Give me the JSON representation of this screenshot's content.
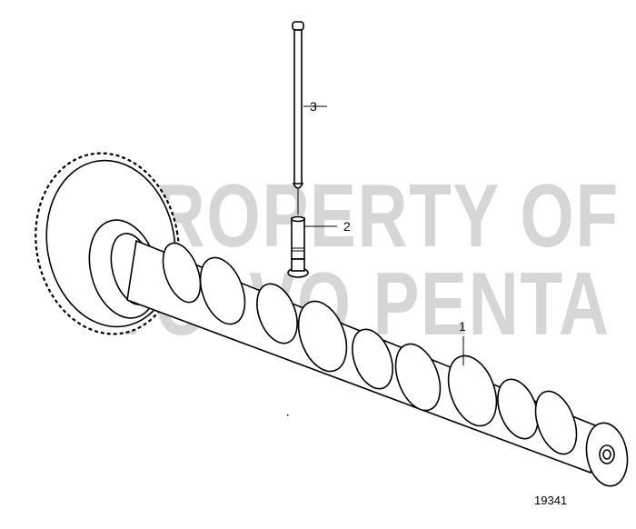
{
  "diagram": {
    "watermark": {
      "line1": "PROPERTY OF",
      "line2": "VOLVO PENTA"
    },
    "figure_number": "19341",
    "callouts": [
      {
        "number": "1",
        "part": "camshaft"
      },
      {
        "number": "2",
        "part": "valve-tappet"
      },
      {
        "number": "3",
        "part": "push-rod"
      }
    ],
    "colors": {
      "line": "#000000",
      "watermark": "#cfcfcf",
      "background": "#ffffff"
    }
  }
}
